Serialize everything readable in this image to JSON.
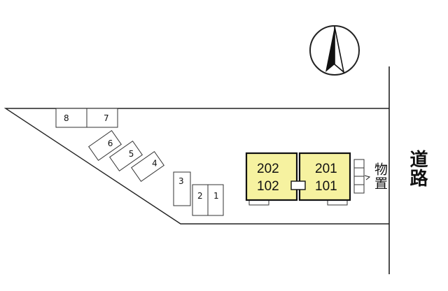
{
  "map": {
    "north_arrow": "north-arrow-icon",
    "road_label": "道路",
    "storage_label": "物置",
    "parking_spaces": [
      "1",
      "2",
      "3",
      "4",
      "5",
      "6",
      "7",
      "8"
    ],
    "building": {
      "left_unit": {
        "upper": "202",
        "lower": "102"
      },
      "right_unit": {
        "upper": "201",
        "lower": "101"
      },
      "fill_color": "#f6f2a0"
    }
  }
}
